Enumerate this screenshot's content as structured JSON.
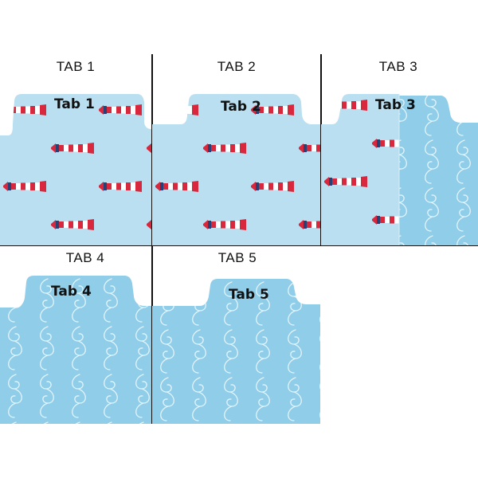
{
  "colors": {
    "lighthouse_bg": "#b9dff0",
    "swirl_bg": "#8fcde9",
    "swirl_line": "#e4f4fb",
    "stripe_red": "#d8283d",
    "stripe_white": "#ffffff",
    "lantern_navy": "#2a3f73",
    "grid_line": "#111111"
  },
  "cells": [
    {
      "label": "TAB 1",
      "tab_text": "Tab 1",
      "pattern": "lighthouse"
    },
    {
      "label": "TAB 2",
      "tab_text": "Tab 2",
      "pattern": "lighthouse"
    },
    {
      "label": "TAB 3",
      "tab_text": "Tab 3",
      "pattern": "lighthouse-with-swirl-divider"
    },
    {
      "label": "TAB 4",
      "tab_text": "Tab 4",
      "pattern": "swirl"
    },
    {
      "label": "TAB 5",
      "tab_text": "Tab 5",
      "pattern": "swirl"
    }
  ]
}
